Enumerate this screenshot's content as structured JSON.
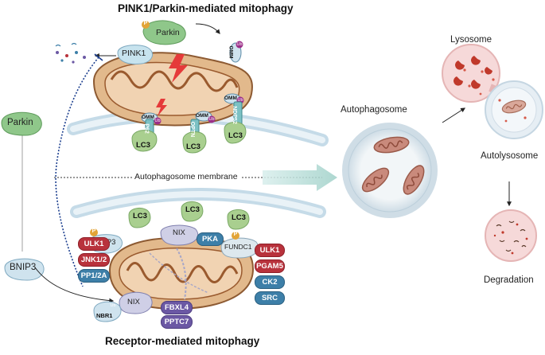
{
  "titles": {
    "top": "PINK1/Parkin-mediated mitophagy",
    "bottom": "Receptor-mediated mitophagy"
  },
  "labels": {
    "parkin_top": "Parkin",
    "pink1": "PINK1",
    "parkin_left": "Parkin",
    "bnip3_left": "BNIP3",
    "membrane": "Autophagosome membrane",
    "autophagosome": "Autophagosome",
    "lysosome": "Lysosome",
    "autolysosome": "Autolysosome",
    "degradation": "Degradation",
    "bnip3_node": "BNIP3",
    "nix_top": "NIX",
    "nix_bottom": "NIX",
    "fundc1": "FUNDC1",
    "nbr1": "NBR1",
    "lc3": "LC3",
    "omm": "OMM",
    "p": "P",
    "ub": "Ub",
    "p62": "P62",
    "optn": "OPTN",
    "ndp52": "NDP52"
  },
  "pills": {
    "ulk1_left": "ULK1",
    "jnk12": "JNK1/2",
    "pp12a": "PP1/2A",
    "pka": "PKA",
    "fbxl4": "FBXL4",
    "pptc7": "PPTC7",
    "ulk1_right": "ULK1",
    "pgam5": "PGAM5",
    "ck2": "CK2",
    "src": "SRC"
  },
  "colors": {
    "mito_outer": "#e2b98c",
    "mito_inner": "#9a5a2e",
    "membrane": "#d6e6f0",
    "lc3": "#a9cf8f",
    "parkin": "#8fc78a",
    "receptor": "#cfe3ee",
    "ub": "#9b2e88",
    "p": "#e2a437",
    "lysosome_fill": "#f6d9d9",
    "red_pill": "#b8323c",
    "blue_pill": "#3d7fa8",
    "purple_pill": "#6b58a4"
  }
}
